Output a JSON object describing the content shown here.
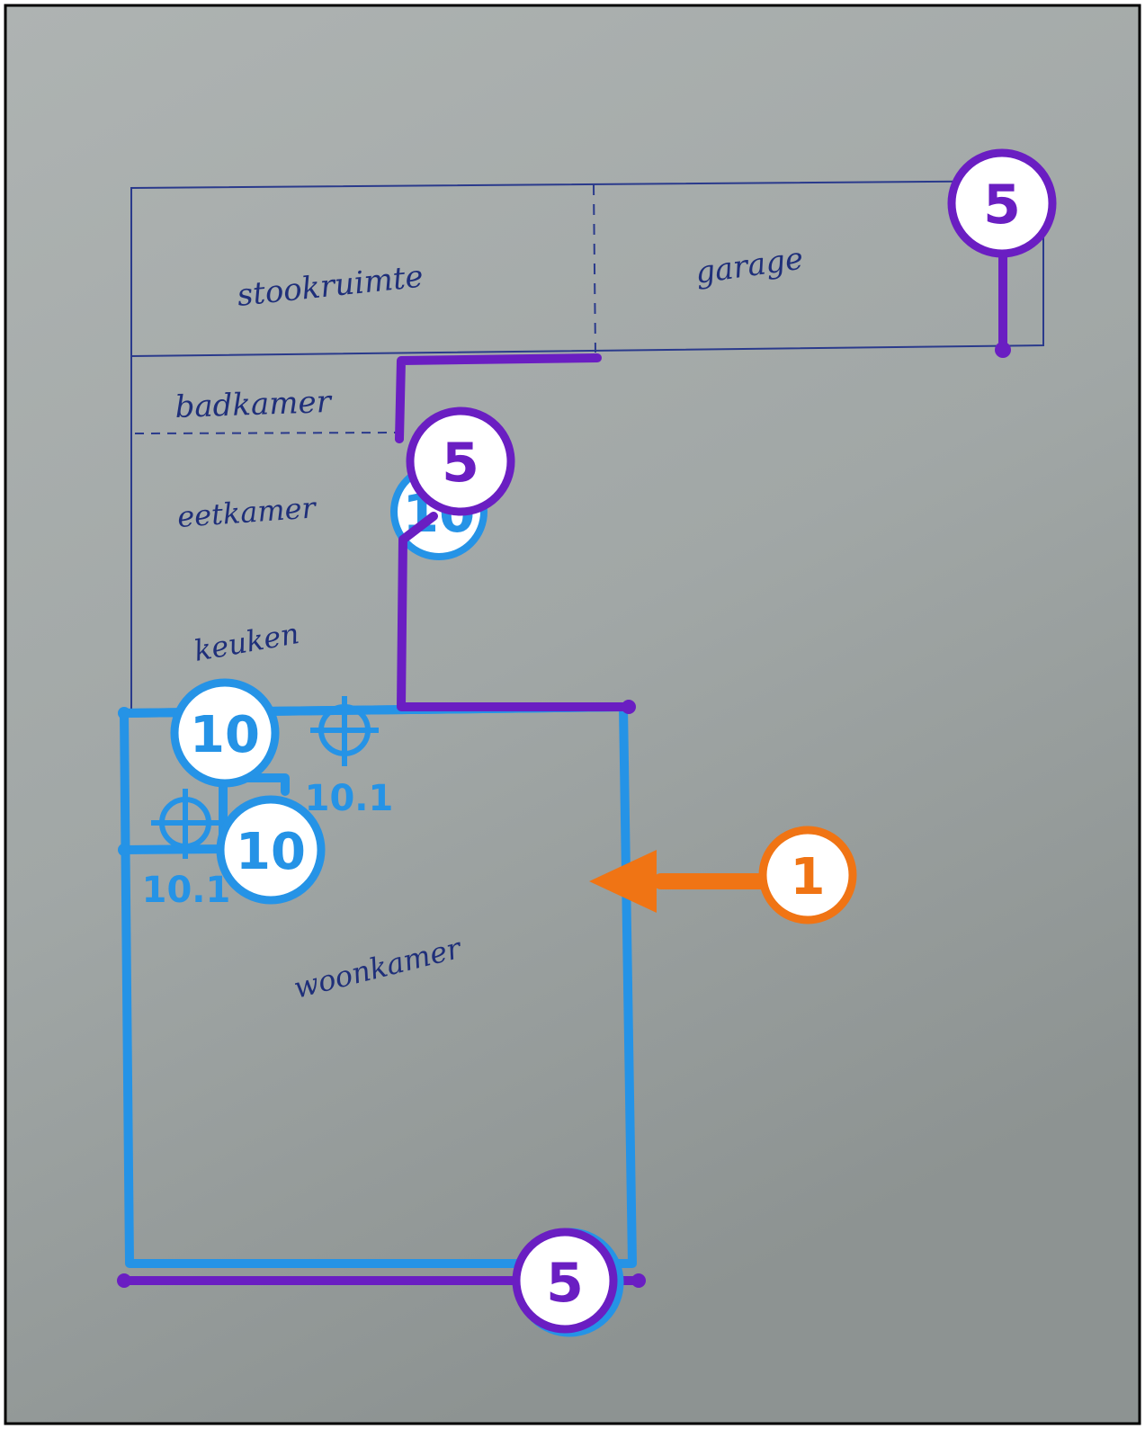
{
  "rooms": {
    "stookruimte": "stookruimte",
    "garage": "garage",
    "badkamer": "badkamer",
    "eetkamer": "eetkamer",
    "keuken": "keuken",
    "woonkamer": "woonkamer"
  },
  "markers": {
    "top_right": "5",
    "mid": "5",
    "hidden_behind_mid": "10",
    "bottom": "5",
    "upper_left": "10",
    "lower_left": "10",
    "arrow": "1",
    "target_top": "10.1",
    "target_left": "10.1"
  },
  "colors": {
    "paper": "#a4aaa9",
    "pencil": "#2a3a8c",
    "purple": "#6a1ec2",
    "blue": "#2593e6",
    "orange": "#f07414",
    "white": "#ffffff",
    "border": "#000000"
  }
}
